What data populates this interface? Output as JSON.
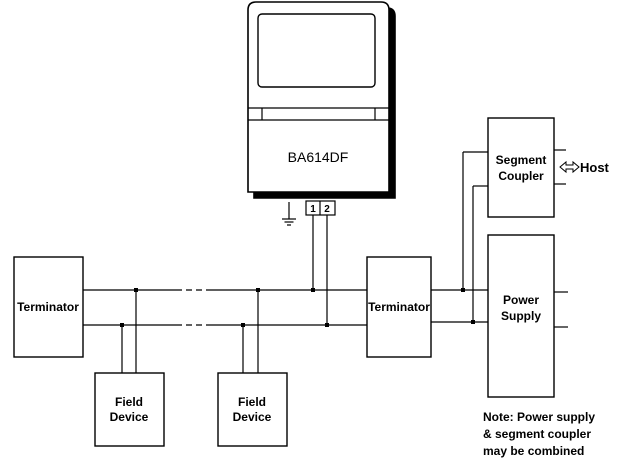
{
  "indicator": {
    "model": "BA614DF",
    "terminal_1": "1",
    "terminal_2": "2"
  },
  "left_terminator": {
    "label": "Terminator"
  },
  "right_terminator": {
    "label": "Terminator"
  },
  "field_devices": [
    {
      "line1": "Field",
      "line2": "Device"
    },
    {
      "line1": "Field",
      "line2": "Device"
    }
  ],
  "segment_coupler": {
    "line1": "Segment",
    "line2": "Coupler"
  },
  "host": {
    "label": "Host"
  },
  "power_supply": {
    "line1": "Power",
    "line2": "Supply"
  },
  "note": {
    "line1": "Note:  Power supply",
    "line2": "& segment coupler",
    "line3": "may be combined"
  }
}
